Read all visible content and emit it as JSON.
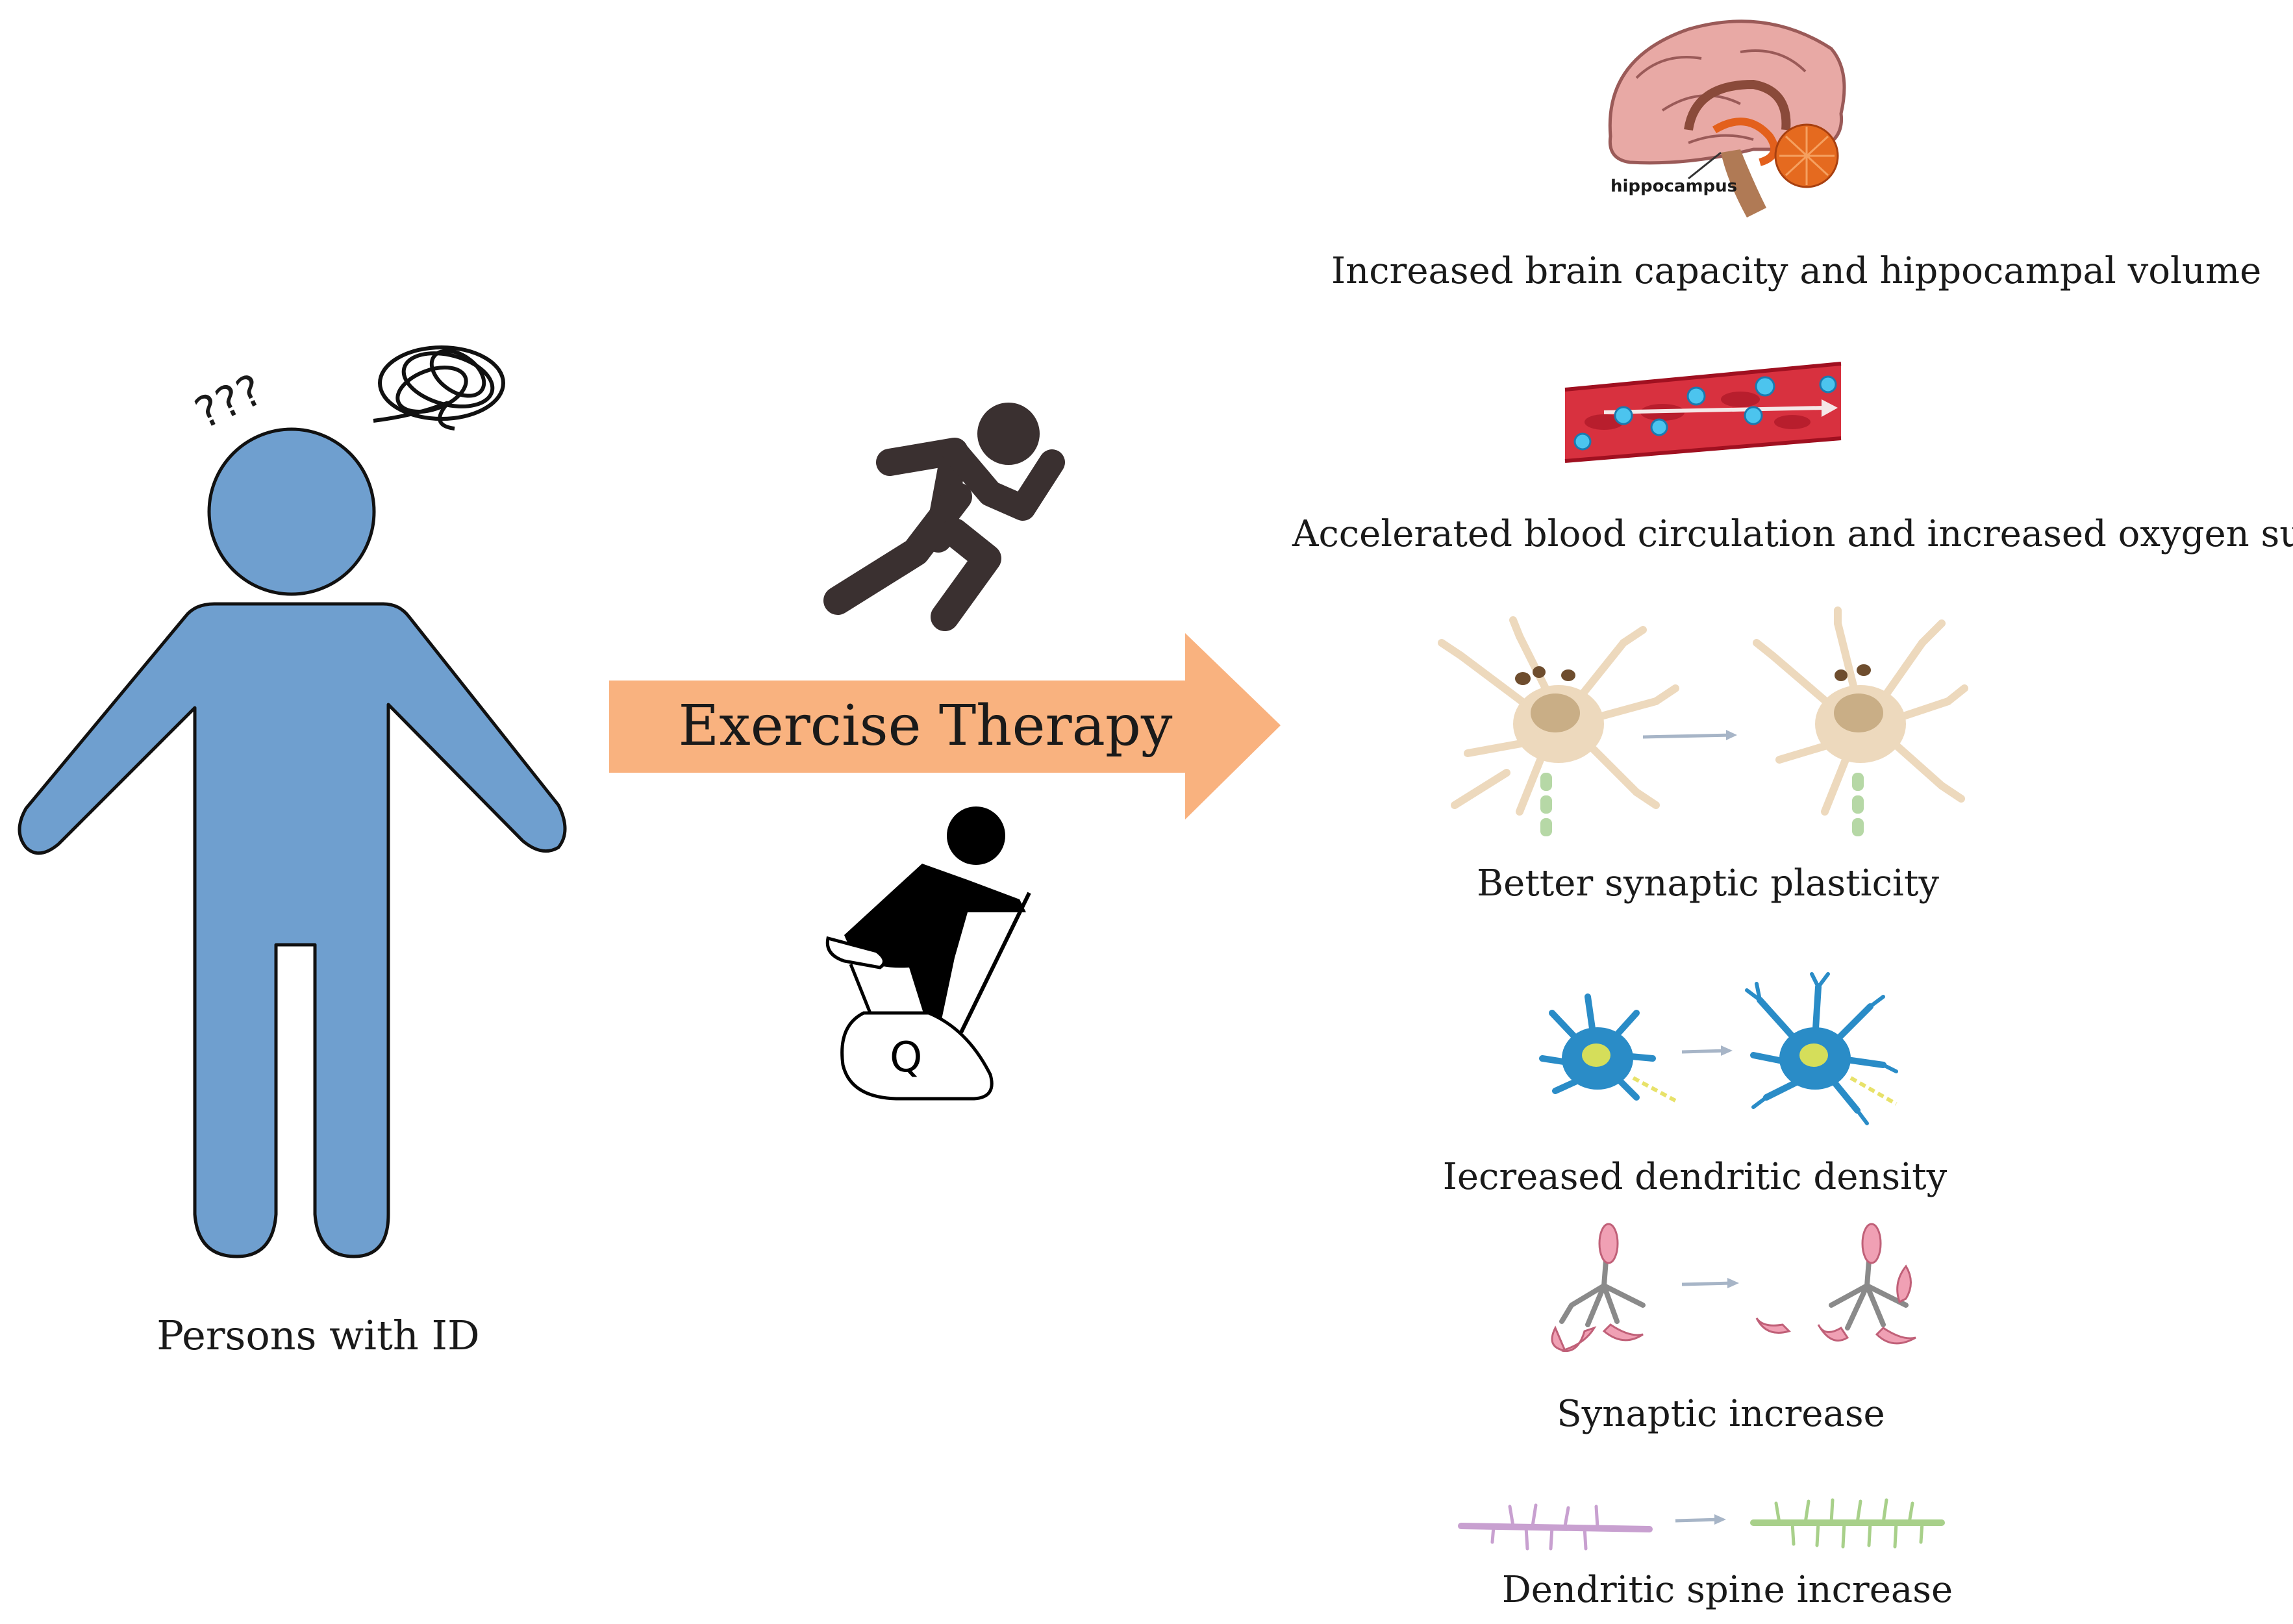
{
  "person": {
    "label": "Persons with ID",
    "confusion_text": "???",
    "body_color": "#6f9fcf"
  },
  "therapy": {
    "label": "Exercise Therapy",
    "arrow_color": "#f9b27f"
  },
  "outcomes": [
    {
      "label": "Increased brain capacity and hippocampal volume",
      "figure_text": "hippocampus"
    },
    {
      "label": "Accelerated blood circulation and increased oxygen supply"
    },
    {
      "label": "Better synaptic plasticity"
    },
    {
      "label": "Iecreased dendritic density"
    },
    {
      "label": "Synaptic increase"
    },
    {
      "label": "Dendritic spine increase"
    }
  ]
}
